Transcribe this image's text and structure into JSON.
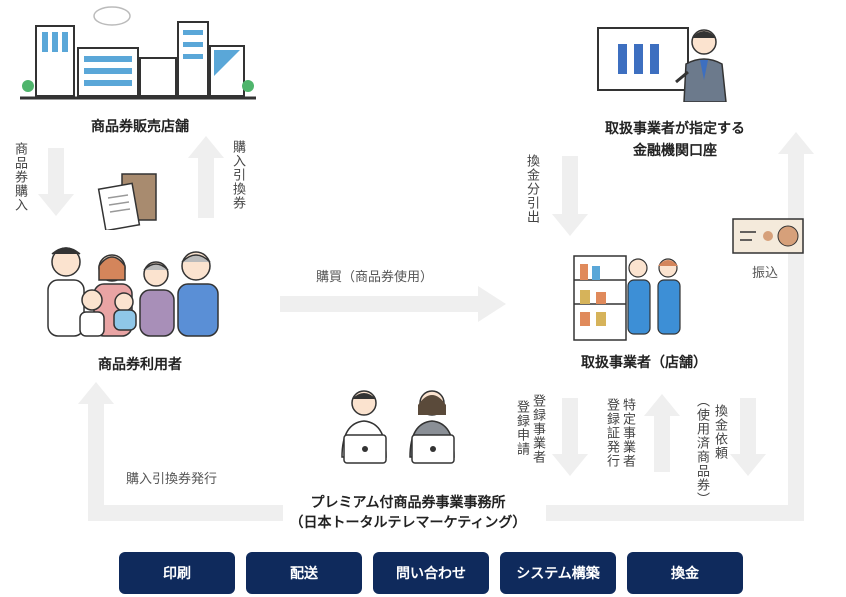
{
  "nodes": {
    "sales_store": "商品券販売店舗",
    "bank": "取扱事業者が指定する",
    "bank_line2": "金融機関口座",
    "users": "商品券利用者",
    "merchant": "取扱事業者（店舗）",
    "office": "プレミアム付商品券事業事務所",
    "office_line2": "（日本トータルテレマーケティング）"
  },
  "arrows": {
    "purchase_voucher": "商品券購入",
    "purchase_ticket": "購入引換券",
    "buy_use": "購買（商品券使用）",
    "withdraw": "換金分引出",
    "transfer": "振込",
    "issue_ticket": "購入引換券発行",
    "register_apply": "登録申請",
    "register_apply_line2": "登録事業者",
    "cert_issue": "特定事業者",
    "cert_issue_line2": "登録証発行",
    "exchange_request": "換金依頼",
    "exchange_request_line2": "（使用済商品券）"
  },
  "services": [
    "印刷",
    "配送",
    "問い合わせ",
    "システム構築",
    "換金"
  ],
  "colors": {
    "navy": "#0f2a5c",
    "flow": "#efefef"
  }
}
